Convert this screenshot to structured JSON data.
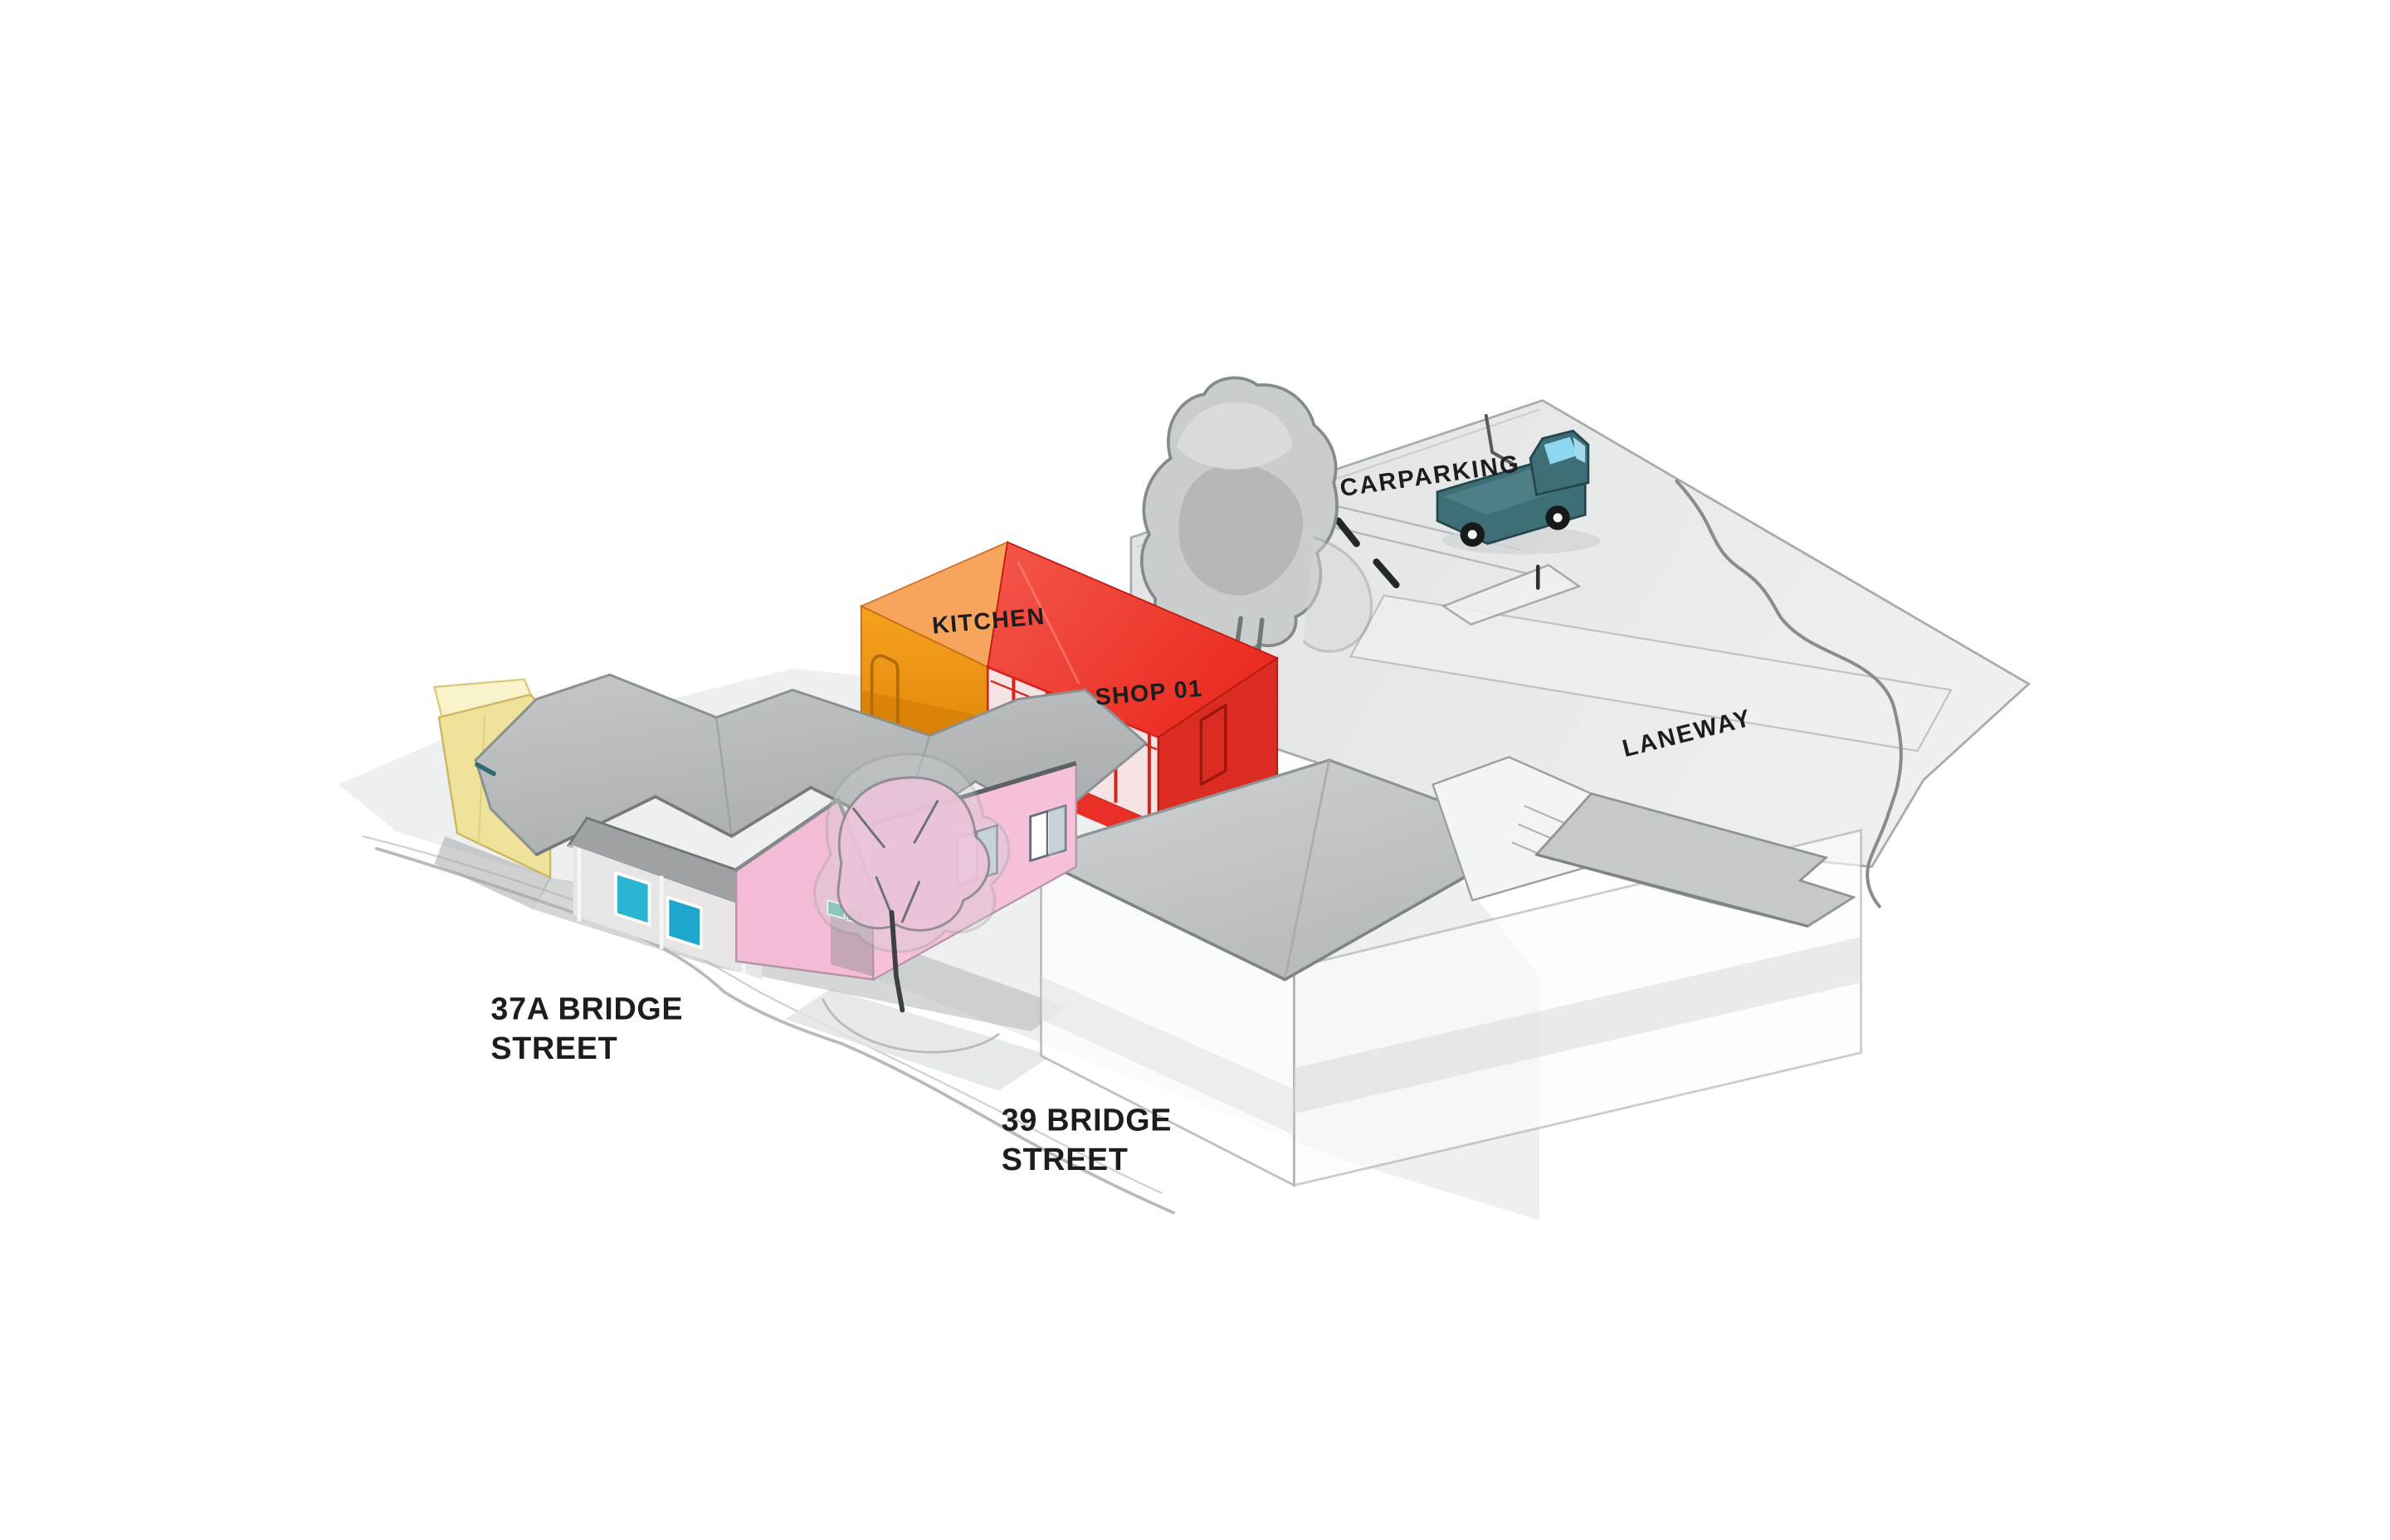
{
  "figure": {
    "type": "axonometric-site-diagram",
    "background": "#FFFFFF",
    "area_labels": {
      "carparking": "CARPARKING",
      "laneway": "LANEWAY",
      "kitchen": "KITCHEN",
      "shop": "SHOP 01"
    },
    "address_labels": {
      "a37": {
        "line1": "37A BRIDGE",
        "line2": "STREET"
      },
      "a39": {
        "line1": "39 BRIDGE",
        "line2": "STREET"
      }
    },
    "colors": {
      "kitchen_roof": "#F7A55C",
      "kitchen_wall": "#F29A17",
      "shop_roof": "#EF4237",
      "shop_wall": "#E93028",
      "shop_glass": "#F6E3E4",
      "house_wall": "#F6C0D9",
      "house_gable": "#F3BBD6",
      "roof_gray": "#B9BDBE",
      "yellow_wall": "#EFE39C",
      "site_plane": "#E9EBEB",
      "ghost_roof": "#C6C9CA",
      "truck_body": "#3E6E76",
      "truck_glass": "#8ED7F1",
      "window_teal": "#29B4D2",
      "text": "#1D1D1D"
    }
  }
}
